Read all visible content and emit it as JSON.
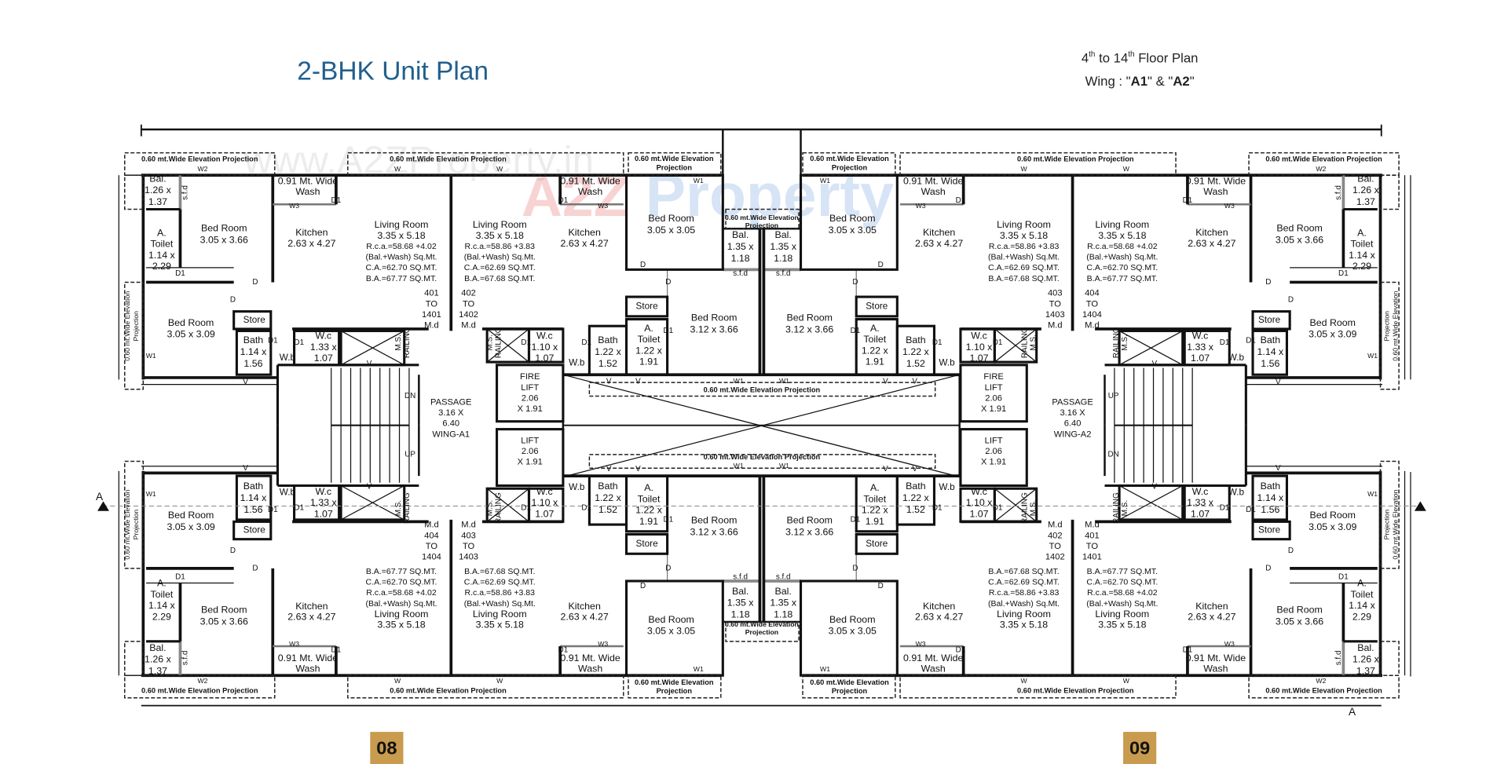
{
  "header": {
    "title": "2-BHK Unit Plan",
    "floor_from": "4",
    "floor_from_sup": "th",
    "floor_to_text": " to 14",
    "floor_to_sup": "th",
    "floor_suffix": " Floor Plan",
    "wing_prefix": "Wing : \"",
    "wing_a1": "A1",
    "wing_mid": "\" & \"",
    "wing_a2": "A2",
    "wing_suffix": "\""
  },
  "watermark": {
    "url": "www.A2ZProperty.in",
    "logo_a2z": "A2Z",
    "logo_property": "Property"
  },
  "labels": {
    "projection": "0.60 mt.Wide Elevation Projection",
    "projection_1": "0.60 mt.Wide Elevation",
    "projection_2": "Projection",
    "bal": "Bal.",
    "bal_dim_1": "1.26 x",
    "bal_dim_2": "1.37",
    "bal2_dim_1": "1.35 x",
    "bal2_dim_2": "1.18",
    "sfd": "s.f.d",
    "wash_1": "0.91 Mt. Wide",
    "wash_2": "Wash",
    "bed_room": "Bed Room",
    "bed_a": "3.05 x 3.66",
    "bed_b": "3.05 x 3.09",
    "bed_c": "3.05 x 3.05",
    "bed_d": "3.12 x 3.66",
    "a": "A.",
    "toilet": "Toilet",
    "toilet_a_1": "1.14 x",
    "toilet_a_2": "2.29",
    "toilet_b_1": "1.22 x",
    "toilet_b_2": "1.91",
    "kitchen": "Kitchen",
    "kitchen_dim": "2.63 x 4.27",
    "living_room": "Living Room",
    "living_dim": "3.35 x 5.18",
    "bal_wash": "(Bal.+Wash) Sq.Mt.",
    "store": "Store",
    "bath": "Bath",
    "bath_a_1": "1.14 x",
    "bath_a_2": "1.56",
    "bath_b_1": "1.22 x",
    "bath_b_2": "1.52",
    "wc": "W.c",
    "wc_a_1": "1.33 x",
    "wc_b_1": "1.10 x",
    "wc_2": "1.07",
    "wb": "W.b",
    "ms": "M.S.",
    "railing": "RAILING",
    "to": "TO",
    "md": "M.d",
    "fire": "FIRE",
    "lift": "LIFT",
    "lift_dim_1": "2.06",
    "lift_dim_2": "X 1.91",
    "passage": "PASSAGE",
    "passage_dim_1": "3.16 X",
    "passage_dim_2": "6.40",
    "up": "UP",
    "dn": "DN",
    "door": "D",
    "door1": "D1",
    "window": "W",
    "window1": "W1",
    "window2": "W2",
    "window3": "W3",
    "vent": "V",
    "section": "A"
  },
  "wings": [
    {
      "name": "WING-A1"
    },
    {
      "name": "WING-A2"
    }
  ],
  "units": [
    {
      "no": "401",
      "to": "1401",
      "rca": "R.c.a.=58.68 +4.02",
      "ca": "C.A.=62.70 SQ.MT.",
      "ba": "B.A.=67.77 SQ.MT."
    },
    {
      "no": "402",
      "to": "1402",
      "rca": "R.c.a.=58.86 +3.83",
      "ca": "C.A.=62.69 SQ.MT.",
      "ba": "B.A.=67.68 SQ.MT."
    },
    {
      "no": "403",
      "to": "1403",
      "rca": "R.c.a.=58.86 +3.83",
      "ca": "C.A.=62.69 SQ.MT.",
      "ba": "B.A.=67.68 SQ.MT."
    },
    {
      "no": "404",
      "to": "1404",
      "rca": "R.c.a.=58.68 +4.02",
      "ca": "C.A.=62.70 SQ.MT.",
      "ba": "B.A.=67.77 SQ.MT."
    }
  ],
  "pages": [
    "08",
    "09"
  ],
  "colors": {
    "title": "#215f8f",
    "badge": "#c89b4e",
    "badge_text": "#2a2010",
    "wall": "#111111"
  }
}
